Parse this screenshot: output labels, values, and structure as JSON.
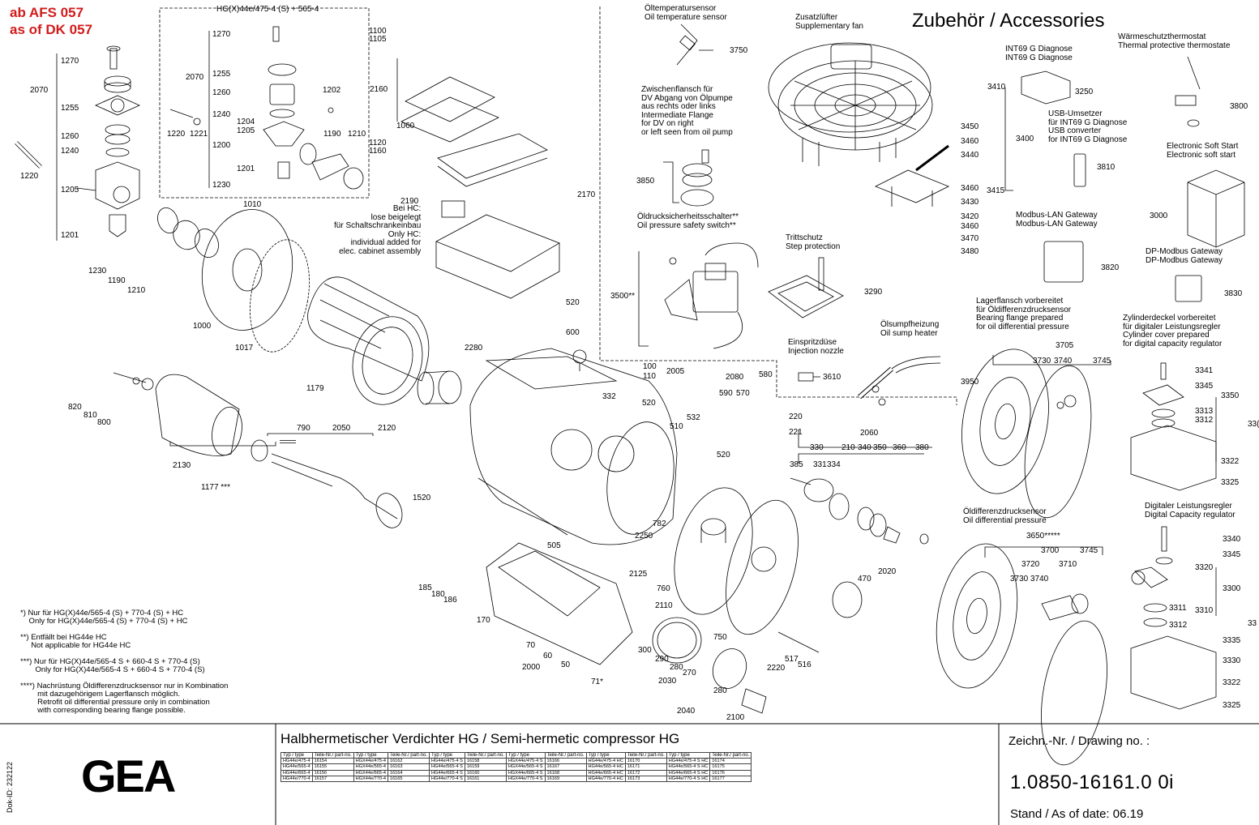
{
  "header": {
    "ab_line": "ab AFS 057",
    "asof_line": "as of DK 057",
    "hg_title": "HG(X)44e/475-4 (S) + 565-4",
    "accessories_title": "Zubehör / Accessories"
  },
  "callouts": [
    {
      "id": "c1270a",
      "text": "1270"
    },
    {
      "id": "c2070a",
      "text": "2070"
    },
    {
      "id": "c1255a",
      "text": "1255"
    },
    {
      "id": "c1260a",
      "text": "1260"
    },
    {
      "id": "c1240a",
      "text": "1240"
    },
    {
      "id": "c1220a",
      "text": "1220"
    },
    {
      "id": "c1205a",
      "text": "1205"
    },
    {
      "id": "c1201a",
      "text": "1201"
    },
    {
      "id": "c1270b",
      "text": "1270"
    },
    {
      "id": "c2070b",
      "text": "2070"
    },
    {
      "id": "c1255b",
      "text": "1255"
    },
    {
      "id": "c1260b",
      "text": "1260"
    },
    {
      "id": "c1240b",
      "text": "1240"
    },
    {
      "id": "c1200",
      "text": "1200"
    },
    {
      "id": "c1201b",
      "text": "1201"
    },
    {
      "id": "c1230a",
      "text": "1230"
    },
    {
      "id": "c1220b",
      "text": "1220"
    },
    {
      "id": "c1221",
      "text": "1221"
    },
    {
      "id": "c1204",
      "text": "1204"
    },
    {
      "id": "c1205b",
      "text": "1205"
    },
    {
      "id": "c1202",
      "text": "1202"
    },
    {
      "id": "c1190a",
      "text": "1190"
    },
    {
      "id": "c1210a",
      "text": "1210"
    },
    {
      "id": "c1100",
      "text": "1100"
    },
    {
      "id": "c1105",
      "text": "1105"
    },
    {
      "id": "c2160",
      "text": "2160"
    },
    {
      "id": "c1060",
      "text": "1060"
    },
    {
      "id": "c1120",
      "text": "1120"
    },
    {
      "id": "c1160",
      "text": "1160"
    },
    {
      "id": "c2170",
      "text": "2170"
    },
    {
      "id": "c2190",
      "text": "2190"
    },
    {
      "id": "c1010",
      "text": "1010"
    },
    {
      "id": "c1230b",
      "text": "1230"
    },
    {
      "id": "c1190b",
      "text": "1190"
    },
    {
      "id": "c1210b",
      "text": "1210"
    },
    {
      "id": "c1000",
      "text": "1000"
    },
    {
      "id": "c1017",
      "text": "1017"
    },
    {
      "id": "c1179",
      "text": "1179"
    },
    {
      "id": "c820",
      "text": "820"
    },
    {
      "id": "c810",
      "text": "810"
    },
    {
      "id": "c800",
      "text": "800"
    },
    {
      "id": "c790",
      "text": "790"
    },
    {
      "id": "c2050",
      "text": "2050"
    },
    {
      "id": "c2120",
      "text": "2120"
    },
    {
      "id": "c2130",
      "text": "2130"
    },
    {
      "id": "c1177",
      "text": "1177 ***"
    },
    {
      "id": "c520a",
      "text": "520"
    },
    {
      "id": "c600",
      "text": "600"
    },
    {
      "id": "c2280",
      "text": "2280"
    },
    {
      "id": "c100",
      "text": "100"
    },
    {
      "id": "c110",
      "text": "110"
    },
    {
      "id": "c2005",
      "text": "2005"
    },
    {
      "id": "c332",
      "text": "332"
    },
    {
      "id": "c520b",
      "text": "520"
    },
    {
      "id": "c2080",
      "text": "2080"
    },
    {
      "id": "c580",
      "text": "580"
    },
    {
      "id": "c590",
      "text": "590"
    },
    {
      "id": "c570",
      "text": "570"
    },
    {
      "id": "c532",
      "text": "532"
    },
    {
      "id": "c510",
      "text": "510"
    },
    {
      "id": "c520c",
      "text": "520"
    },
    {
      "id": "c1520",
      "text": "1520"
    },
    {
      "id": "c505",
      "text": "505"
    },
    {
      "id": "c2250",
      "text": "2250"
    },
    {
      "id": "c782",
      "text": "782"
    },
    {
      "id": "c185",
      "text": "185"
    },
    {
      "id": "c180",
      "text": "180"
    },
    {
      "id": "c186",
      "text": "186"
    },
    {
      "id": "c170",
      "text": "170"
    },
    {
      "id": "c70",
      "text": "70"
    },
    {
      "id": "c60",
      "text": "60"
    },
    {
      "id": "c50",
      "text": "50"
    },
    {
      "id": "c2000",
      "text": "2000"
    },
    {
      "id": "c71",
      "text": "71*"
    },
    {
      "id": "c2125",
      "text": "2125"
    },
    {
      "id": "c760",
      "text": "760"
    },
    {
      "id": "c2110",
      "text": "2110"
    },
    {
      "id": "c300",
      "text": "300"
    },
    {
      "id": "c290",
      "text": "290"
    },
    {
      "id": "c280a",
      "text": "280"
    },
    {
      "id": "c270",
      "text": "270"
    },
    {
      "id": "c2030",
      "text": "2030"
    },
    {
      "id": "c280b",
      "text": "280"
    },
    {
      "id": "c750",
      "text": "750"
    },
    {
      "id": "c2040",
      "text": "2040"
    },
    {
      "id": "c2100",
      "text": "2100"
    },
    {
      "id": "c470",
      "text": "470"
    },
    {
      "id": "c2020",
      "text": "2020"
    },
    {
      "id": "c517",
      "text": "517"
    },
    {
      "id": "c516",
      "text": "516"
    },
    {
      "id": "c2220",
      "text": "2220"
    },
    {
      "id": "c3750",
      "text": "3750"
    },
    {
      "id": "c3850",
      "text": "3850"
    },
    {
      "id": "c3500",
      "text": "3500**"
    },
    {
      "id": "c3410",
      "text": "3410"
    },
    {
      "id": "c3450",
      "text": "3450"
    },
    {
      "id": "c3460a",
      "text": "3460"
    },
    {
      "id": "c3440",
      "text": "3440"
    },
    {
      "id": "c3400",
      "text": "3400"
    },
    {
      "id": "c3460b",
      "text": "3460"
    },
    {
      "id": "c3415",
      "text": "3415"
    },
    {
      "id": "c3430",
      "text": "3430"
    },
    {
      "id": "c3420",
      "text": "3420"
    },
    {
      "id": "c3460c",
      "text": "3460"
    },
    {
      "id": "c3470",
      "text": "3470"
    },
    {
      "id": "c3480",
      "text": "3480"
    },
    {
      "id": "c3290",
      "text": "3290"
    },
    {
      "id": "c3610",
      "text": "3610"
    },
    {
      "id": "c3950",
      "text": "3950"
    },
    {
      "id": "c220",
      "text": "220"
    },
    {
      "id": "c221",
      "text": "221"
    },
    {
      "id": "c2060",
      "text": "2060"
    },
    {
      "id": "c330",
      "text": "330"
    },
    {
      "id": "c210",
      "text": "210"
    },
    {
      "id": "c340",
      "text": "340"
    },
    {
      "id": "c350",
      "text": "350"
    },
    {
      "id": "c360",
      "text": "360"
    },
    {
      "id": "c380",
      "text": "380"
    },
    {
      "id": "c385",
      "text": "385"
    },
    {
      "id": "c331",
      "text": "331"
    },
    {
      "id": "c334",
      "text": "334"
    },
    {
      "id": "c3250",
      "text": "3250"
    },
    {
      "id": "c3810",
      "text": "3810"
    },
    {
      "id": "c3800",
      "text": "3800"
    },
    {
      "id": "c3000",
      "text": "3000"
    },
    {
      "id": "c3820",
      "text": "3820"
    },
    {
      "id": "c3830",
      "text": "3830"
    },
    {
      "id": "c3705",
      "text": "3705"
    },
    {
      "id": "c3730a",
      "text": "3730"
    },
    {
      "id": "c3740a",
      "text": "3740"
    },
    {
      "id": "c3745a",
      "text": "3745"
    },
    {
      "id": "c3341",
      "text": "3341"
    },
    {
      "id": "c3345a",
      "text": "3345"
    },
    {
      "id": "c3350",
      "text": "3350"
    },
    {
      "id": "c3313",
      "text": "3313"
    },
    {
      "id": "c3312a",
      "text": "3312"
    },
    {
      "id": "c33x",
      "text": "33("
    },
    {
      "id": "c3322a",
      "text": "3322"
    },
    {
      "id": "c3325a",
      "text": "3325"
    },
    {
      "id": "c3650",
      "text": "3650*****"
    },
    {
      "id": "c3700",
      "text": "3700"
    },
    {
      "id": "c3745b",
      "text": "3745"
    },
    {
      "id": "c3720",
      "text": "3720"
    },
    {
      "id": "c3710",
      "text": "3710"
    },
    {
      "id": "c3730b",
      "text": "3730"
    },
    {
      "id": "c3740b",
      "text": "3740"
    },
    {
      "id": "c3340",
      "text": "3340"
    },
    {
      "id": "c3345b",
      "text": "3345"
    },
    {
      "id": "c3320",
      "text": "3320"
    },
    {
      "id": "c3300",
      "text": "3300"
    },
    {
      "id": "c3311",
      "text": "3311"
    },
    {
      "id": "c3310",
      "text": "3310"
    },
    {
      "id": "c3312b",
      "text": "3312"
    },
    {
      "id": "c33y",
      "text": "33"
    },
    {
      "id": "c3335",
      "text": "3335"
    },
    {
      "id": "c3330",
      "text": "3330"
    },
    {
      "id": "c3322b",
      "text": "3322"
    },
    {
      "id": "c3325b",
      "text": "3325"
    }
  ],
  "texts": {
    "oil_temp": "Öltemperatursensor\nOil temperature sensor",
    "zwischenflansch": "Zwischenflansch für\nDV Abgang von Ölpumpe\naus rechts oder links\nIntermediate Flange\nfor DV on right\nor left seen from oil pump",
    "oldruck": "Öldrucksicherheitsschalter**\nOil pressure safety switch**",
    "zusatzluefter": "Zusatzlüfter\nSupplementary fan",
    "trittschutz": "Trittschutz\nStep protection",
    "einspritz": "Einspritzdüse\nInjection nozzle",
    "olsumpf": "Ölsumpfheizung\nOil sump heater",
    "int69": "INT69 G Diagnose\nINT69 G Diagnose",
    "usb": "USB-Umsetzer\nfür INT69 G Diagnose\nUSB converter\nfor INT69 G Diagnose",
    "waerme": "Wärmeschutzthermostat\nThermal protective thermostate",
    "softstart": "Electronic Soft Start\nElectronic soft start",
    "modbus": "Modbus-LAN Gateway\nModbus-LAN Gateway",
    "dpmodbus": "DP-Modbus Gateway\nDP-Modbus Gateway",
    "lagerflansch": "Lagerflansch vorbereitet\nfür Öldifferenzdrucksensor\nBearing flange prepared\nfor oil differential pressure",
    "zylinderdeckel": "Zylinderdeckel vorbereitet\nfür digitaler Leistungsregler\nCylinder cover prepared\nfor digital capacity regulator",
    "oeldifferenz": "Öldifferenzdrucksensor\nOil differential pressure",
    "digitaler": "Digitaler Leistungsregler\nDigital Capacity regulator",
    "bei_hc": "Bei HC:\nlose beigelegt\nfür Schaltschrankeinbau\nOnly HC:\nindividual added for\nelec. cabinet assembly"
  },
  "footnotes": [
    "*) Nur für HG(X)44e/565-4 (S) + 770-4 (S) + HC\n    Only for HG(X)44e/565-4 (S) + 770-4 (S) + HC",
    "**) Entfällt bei HG44e HC\n     Not applicable for HG44e HC",
    "***) Nur für HG(X)44e/565-4 S + 660-4 S + 770-4 (S)\n       Only for HG(X)44e/565-4 S + 660-4 S + 770-4 (S)",
    "****) Nachrüstung Öldifferenzdrucksensor nur in Kombination\n        mit dazugehörigem Lagerflansch möglich.\n        Retrofit oil differential pressure only in combination\n        with corresponding bearing flange possible."
  ],
  "title_block": {
    "logo": "GEA",
    "title": "Halbhermetischer Verdichter HG / Semi-hermetic compressor HG",
    "drawing_label": "Zeichn.-Nr. / Drawing no. :",
    "drawing_number": "1.0850-16161.0 0i",
    "date_line": "Stand / As of date: 06.19",
    "dok_id": "Dok-ID: 232122",
    "table_header": [
      "Typ / type",
      "Teile-Nr./ part-no.",
      "Typ / type",
      "Teile-Nr./ part-no.",
      "Typ / type",
      "Teile-Nr./ part-no.",
      "Typ / type",
      "Teile-Nr./ part-no.",
      "Typ / type",
      "Teile-Nr./ part-no.",
      "Typ / type",
      "Teile-Nr./ part-no."
    ],
    "table_rows": [
      [
        "HG44e/475-4",
        "16154",
        "HGX44e/475-4",
        "16162",
        "HG44e/475-4 S",
        "16158",
        "HGX44e/475-4 S",
        "16166",
        "HG44e/475-4 HC",
        "16170",
        "HG44e/475-4 S HC",
        "16174"
      ],
      [
        "HG44e/565-4",
        "16155",
        "HGX44e/565-4",
        "16163",
        "HG44e/565-4 S",
        "16159",
        "HGX44e/565-4 S",
        "16167",
        "HG44e/565-4 HC",
        "16171",
        "HG44e/565-4 S HC",
        "16175"
      ],
      [
        "HG44e/665-4",
        "16156",
        "HGX44e/665-4",
        "16164",
        "HG44e/665-4 S",
        "16160",
        "HGX44e/665-4 S",
        "16168",
        "HG44e/665-4 HC",
        "16172",
        "HG44e/665-4 S HC",
        "16176"
      ],
      [
        "HG44e/770-4",
        "16157",
        "HGX44e/770-4",
        "16165",
        "HG44e/770-4 S",
        "16161",
        "HGX44e/770-4 S",
        "16169",
        "HG44e/770-4 HC",
        "16173",
        "HG44e/770-4 S HC",
        "16177"
      ]
    ]
  },
  "colors": {
    "red_text": "#d21c1c",
    "line": "#000000",
    "background": "#ffffff"
  }
}
